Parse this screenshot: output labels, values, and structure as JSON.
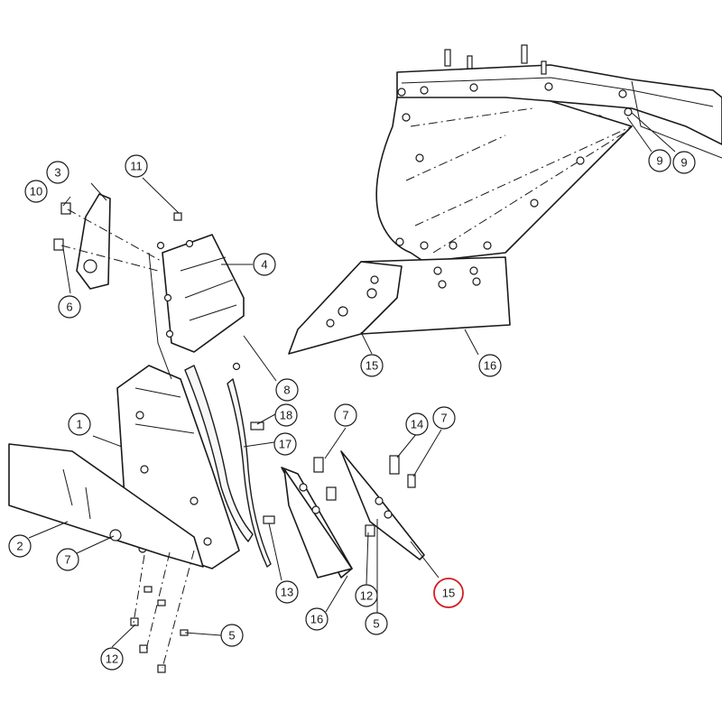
{
  "callouts": [
    {
      "id": "c1",
      "label": "1"
    },
    {
      "id": "c2",
      "label": "2"
    },
    {
      "id": "c3",
      "label": "3"
    },
    {
      "id": "c4",
      "label": "4"
    },
    {
      "id": "c5a",
      "label": "5"
    },
    {
      "id": "c5b",
      "label": "5"
    },
    {
      "id": "c6",
      "label": "6"
    },
    {
      "id": "c7a",
      "label": "7"
    },
    {
      "id": "c7b",
      "label": "7"
    },
    {
      "id": "c7c",
      "label": "7"
    },
    {
      "id": "c8",
      "label": "8"
    },
    {
      "id": "c9a",
      "label": "9"
    },
    {
      "id": "c9b",
      "label": "9"
    },
    {
      "id": "c10",
      "label": "10"
    },
    {
      "id": "c11",
      "label": "11"
    },
    {
      "id": "c12a",
      "label": "12"
    },
    {
      "id": "c12b",
      "label": "12"
    },
    {
      "id": "c13",
      "label": "13"
    },
    {
      "id": "c14",
      "label": "14"
    },
    {
      "id": "c15a",
      "label": "15"
    },
    {
      "id": "c15b",
      "label": "15",
      "highlight_color": "#d21f1f"
    },
    {
      "id": "c16a",
      "label": "16"
    },
    {
      "id": "c16b",
      "label": "16"
    },
    {
      "id": "c17",
      "label": "17"
    },
    {
      "id": "c18",
      "label": "18"
    }
  ]
}
